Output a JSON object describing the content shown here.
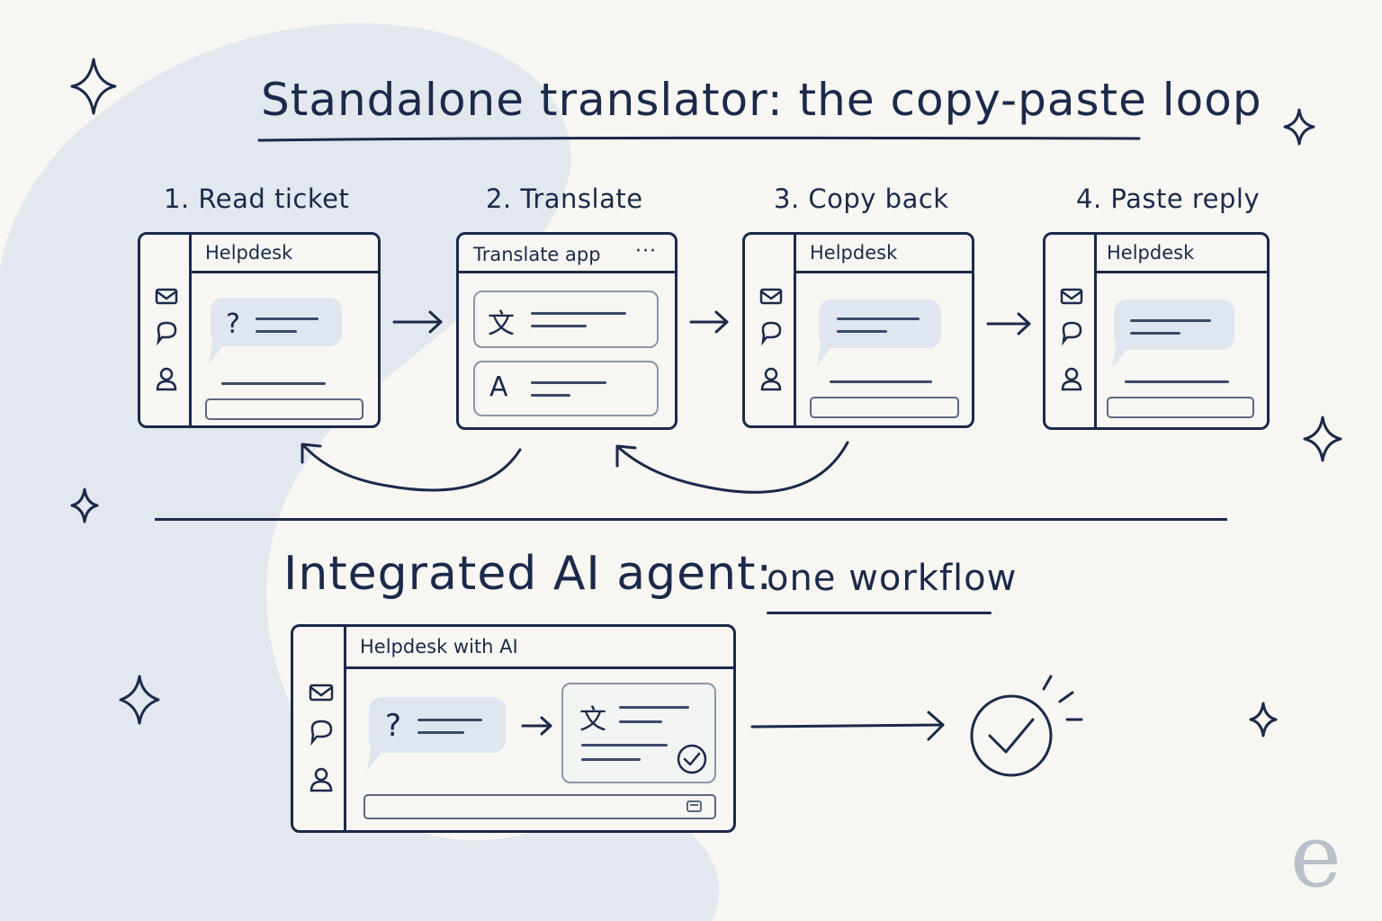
{
  "top_section": {
    "title": "Standalone translator: the copy-paste loop",
    "steps": [
      {
        "label": "1. Read ticket",
        "window_title": "Helpdesk"
      },
      {
        "label": "2. Translate",
        "window_title": "Translate app",
        "menu": "···"
      },
      {
        "label": "3. Copy back",
        "window_title": "Helpdesk"
      },
      {
        "label": "4. Paste reply",
        "window_title": "Helpdesk"
      }
    ],
    "source_glyph": "文",
    "target_glyph": "A",
    "question_glyph": "?"
  },
  "bottom_section": {
    "title": "Integrated AI agent:",
    "subtitle": "one workflow",
    "window_title": "Helpdesk with AI",
    "question_glyph": "?",
    "source_glyph": "文"
  },
  "icons": [
    "mail-icon",
    "chat-icon",
    "user-icon",
    "translate-icon",
    "check-icon",
    "sparkle-icon",
    "arrow-icon"
  ],
  "colors": {
    "ink": "#1b2a4a",
    "bubble": "#dfe6f0",
    "background": "#f7f6f2",
    "blob": "#e3e8ef"
  },
  "logo": "e"
}
